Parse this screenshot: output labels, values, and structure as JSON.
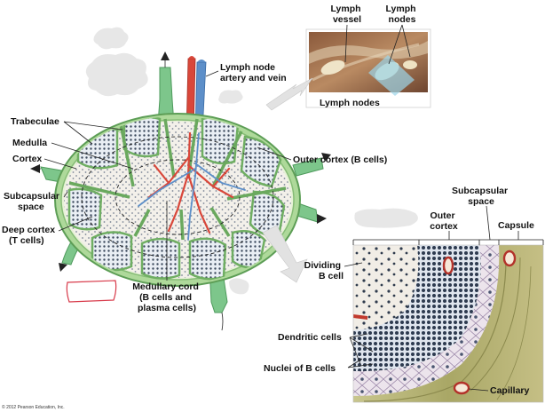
{
  "labels": {
    "lymph_node_artery_vein": [
      "Lymph node",
      "artery and vein"
    ],
    "trabeculae": "Trabeculae",
    "medulla": "Medulla",
    "cortex": "Cortex",
    "subcapsular_space": [
      "Subcapsular",
      "space"
    ],
    "deep_cortex": [
      "Deep cortex",
      "(T cells)"
    ],
    "medullary_cord": [
      "Medullary cord",
      "(B cells and",
      "plasma cells)"
    ],
    "outer_cortex_b": "Outer cortex (B cells)"
  },
  "photo": {
    "lymph_vessel": [
      "Lymph",
      "vessel"
    ],
    "lymph_nodes_top": [
      "Lymph",
      "nodes"
    ],
    "lymph_nodes_caption": "Lymph nodes"
  },
  "micro": {
    "subcapsular_space": [
      "Subcapsular",
      "space"
    ],
    "outer_cortex": [
      "Outer",
      "cortex"
    ],
    "capsule": "Capsule",
    "dividing_b_cell": [
      "Dividing",
      "B cell"
    ],
    "dendritic_cells": "Dendritic cells",
    "nuclei_b_cells": "Nuclei of B cells",
    "capillary": "Capillary"
  },
  "copyright": "© 2012 Pearson Education, Inc."
}
